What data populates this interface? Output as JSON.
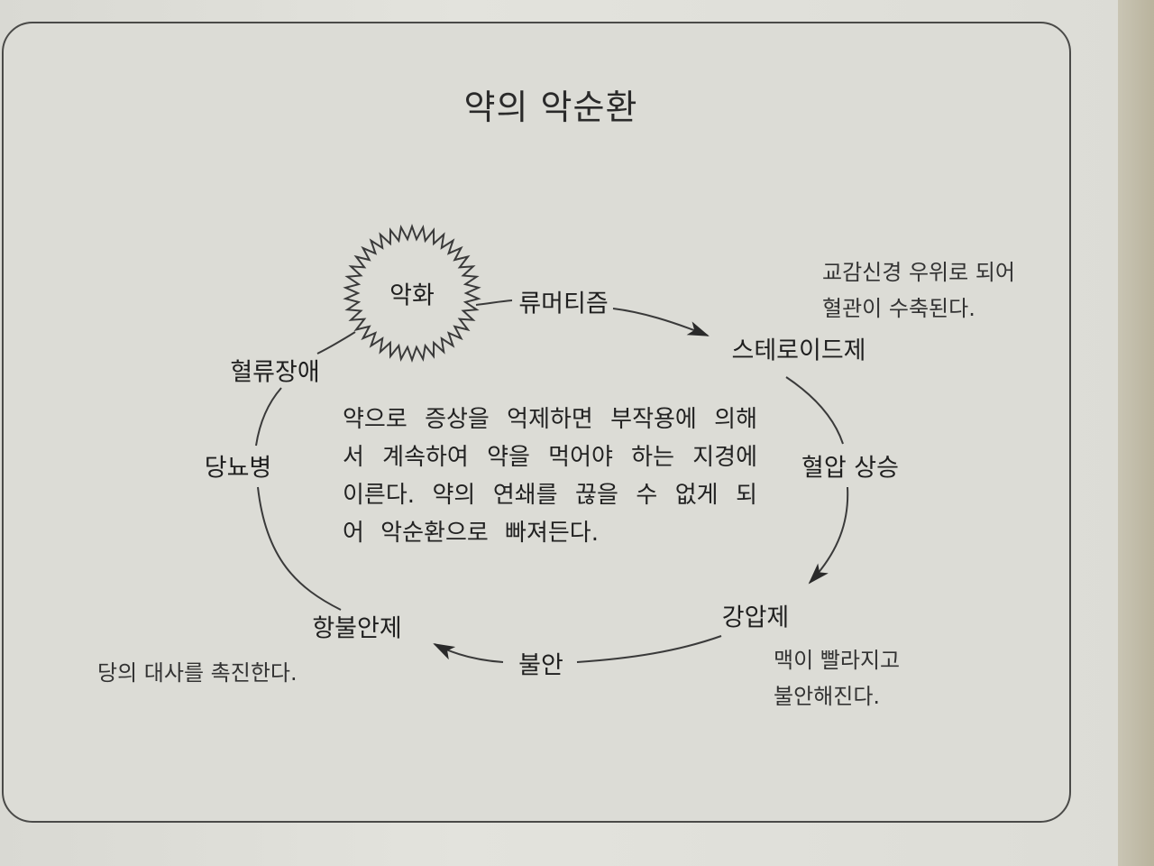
{
  "title": "약의 악순환",
  "nodes": {
    "burst": "악화",
    "rheumatism": "류머티즘",
    "steroid": "스테로이드제",
    "hypertension": "혈압 상승",
    "antihypertensive": "강압제",
    "anxiety": "불안",
    "anxiolytic": "항불안제",
    "diabetes": "당뇨병",
    "circulation": "혈류장애"
  },
  "notes": {
    "steroid_effect": [
      "교감신경 우위로 되어",
      "혈관이 수축된다."
    ],
    "antihypertensive_effect": [
      "맥이 빨라지고",
      "불안해진다."
    ],
    "anxiolytic_effect": "당의 대사를 촉진한다."
  },
  "center_text": "약으로 증상을 억제하면 부작용에 의해서 계속하여 약을 먹어야 하는 지경에 이른다. 약의 연쇄를 끊을 수 없게 되어 악순환으로 빠져든다.",
  "colors": {
    "line": "#3a3a3a",
    "text": "#1f1f1f",
    "paper": "#dcdcd6"
  }
}
